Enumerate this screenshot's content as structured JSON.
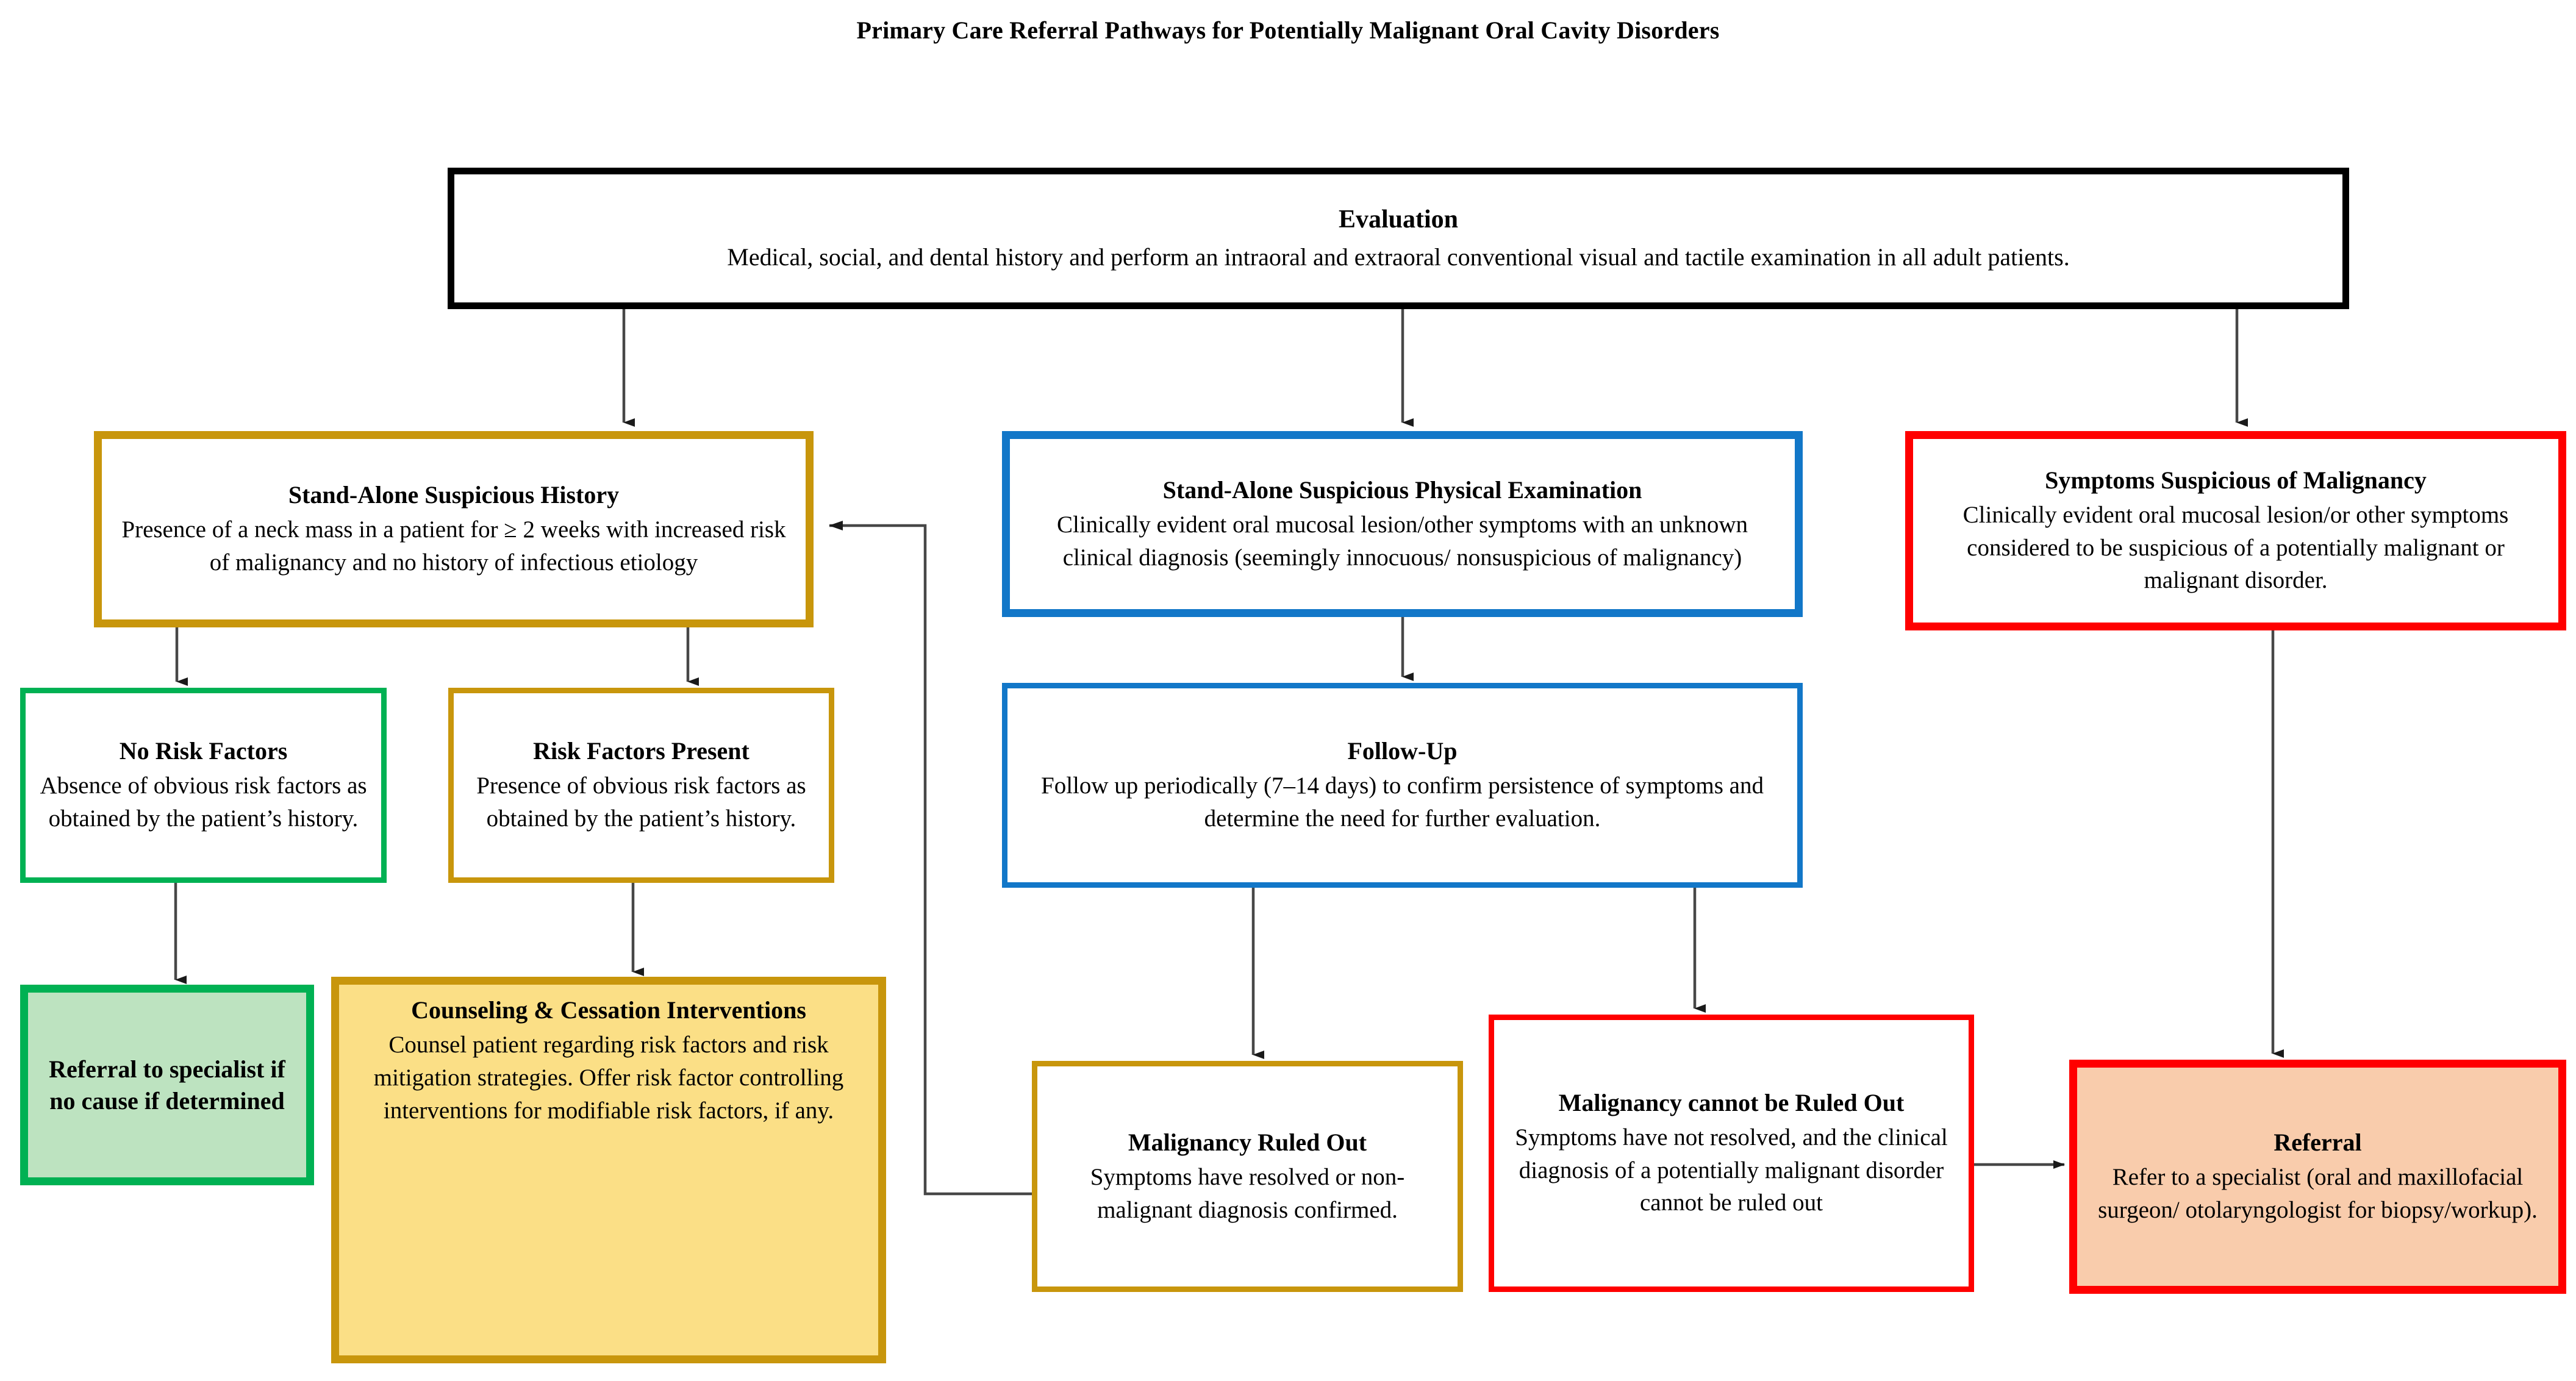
{
  "title": "Primary Care Referral Pathways for Potentially Malignant Oral Cavity Disorders",
  "colors": {
    "black_border": "#000000",
    "gold_border": "#C8960C",
    "blue_border": "#1277C8",
    "red_border": "#FF0000",
    "green_border": "#00B153",
    "green_fill": "#BDE3C0",
    "yellow_fill": "#FBDF86",
    "salmon_fill": "#F9CCAC",
    "arrow": "#404040"
  },
  "nodes": {
    "evaluation": {
      "title": "Evaluation",
      "body": "Medical, social, and dental history and perform an intraoral and extraoral conventional visual and tactile examination in all adult patients."
    },
    "history": {
      "title": "Stand-Alone Suspicious History",
      "body": "Presence of a neck mass in a patient for ≥ 2 weeks with increased risk of malignancy and no history of infectious etiology"
    },
    "physexam": {
      "title": "Stand-Alone Suspicious Physical Examination",
      "body": "Clinically evident oral mucosal lesion/other symptoms with an unknown clinical diagnosis (seemingly innocuous/ nonsuspicious of malignancy)"
    },
    "symptoms": {
      "title": "Symptoms Suspicious of Malignancy",
      "body": "Clinically evident oral mucosal lesion/or other symptoms considered to be suspicious of  a potentially malignant or malignant disorder."
    },
    "no_risk_factors": {
      "title": "No Risk Factors",
      "body": "Absence of obvious risk factors as obtained by the patient’s history."
    },
    "risk_factors_present": {
      "title": "Risk Factors Present",
      "body": "Presence of obvious risk factors as obtained by the patient’s history."
    },
    "follow_up": {
      "title": "Follow-Up",
      "body": "Follow up periodically (7–14 days) to confirm persistence of symptoms and determine the need for further evaluation."
    },
    "referral_no_cause": {
      "title": "Referral to specialist if no cause if determined",
      "body": ""
    },
    "counseling": {
      "title": "Counseling & Cessation Interventions",
      "body": "Counsel patient regarding risk factors and risk mitigation strategies. Offer risk factor controlling interventions for modifiable risk factors, if any."
    },
    "malignancy_ruled_out": {
      "title": "Malignancy Ruled Out",
      "body": "Symptoms have resolved or non-malignant diagnosis confirmed."
    },
    "malignancy_cannot_be_ruled_out": {
      "title": "Malignancy cannot be Ruled Out",
      "body": "Symptoms have not resolved, and the clinical diagnosis of a potentially malignant disorder cannot be ruled out"
    },
    "referral": {
      "title": "Referral",
      "body": "Refer to a specialist (oral and maxillofacial surgeon/ otolaryngologist for biopsy/workup)."
    }
  },
  "edges": [
    {
      "name": "evaluation-to-history",
      "from": "evaluation",
      "to": "history",
      "kind": "vertical-arrow"
    },
    {
      "name": "evaluation-to-physexam",
      "from": "evaluation",
      "to": "physexam",
      "kind": "vertical-arrow"
    },
    {
      "name": "evaluation-to-symptoms",
      "from": "evaluation",
      "to": "symptoms",
      "kind": "vertical-arrow"
    },
    {
      "name": "history-to-no-risk-factors",
      "from": "history",
      "to": "no_risk_factors",
      "kind": "vertical-arrow"
    },
    {
      "name": "history-to-risk-factors-present",
      "from": "history",
      "to": "risk_factors_present",
      "kind": "vertical-arrow"
    },
    {
      "name": "no-risk-factors-to-referral-no-cause",
      "from": "no_risk_factors",
      "to": "referral_no_cause",
      "kind": "vertical-arrow"
    },
    {
      "name": "risk-factors-present-to-counseling",
      "from": "risk_factors_present",
      "to": "counseling",
      "kind": "vertical-arrow"
    },
    {
      "name": "physexam-to-follow-up",
      "from": "physexam",
      "to": "follow_up",
      "kind": "vertical-arrow"
    },
    {
      "name": "follow-up-to-malignancy-ruled-out",
      "from": "follow_up",
      "to": "malignancy_ruled_out",
      "kind": "vertical-arrow"
    },
    {
      "name": "follow-up-to-malignancy-cannot-be-ruled-out",
      "from": "follow_up",
      "to": "malignancy_cannot_be_ruled_out",
      "kind": "vertical-arrow"
    },
    {
      "name": "malignancy-ruled-out-to-history",
      "from": "malignancy_ruled_out",
      "to": "history",
      "kind": "elbow-feedback-arrow"
    },
    {
      "name": "malignancy-cannot-be-ruled-out-to-referral",
      "from": "malignancy_cannot_be_ruled_out",
      "to": "referral",
      "kind": "horizontal-arrow"
    },
    {
      "name": "symptoms-to-referral",
      "from": "symptoms",
      "to": "referral",
      "kind": "vertical-arrow"
    }
  ]
}
